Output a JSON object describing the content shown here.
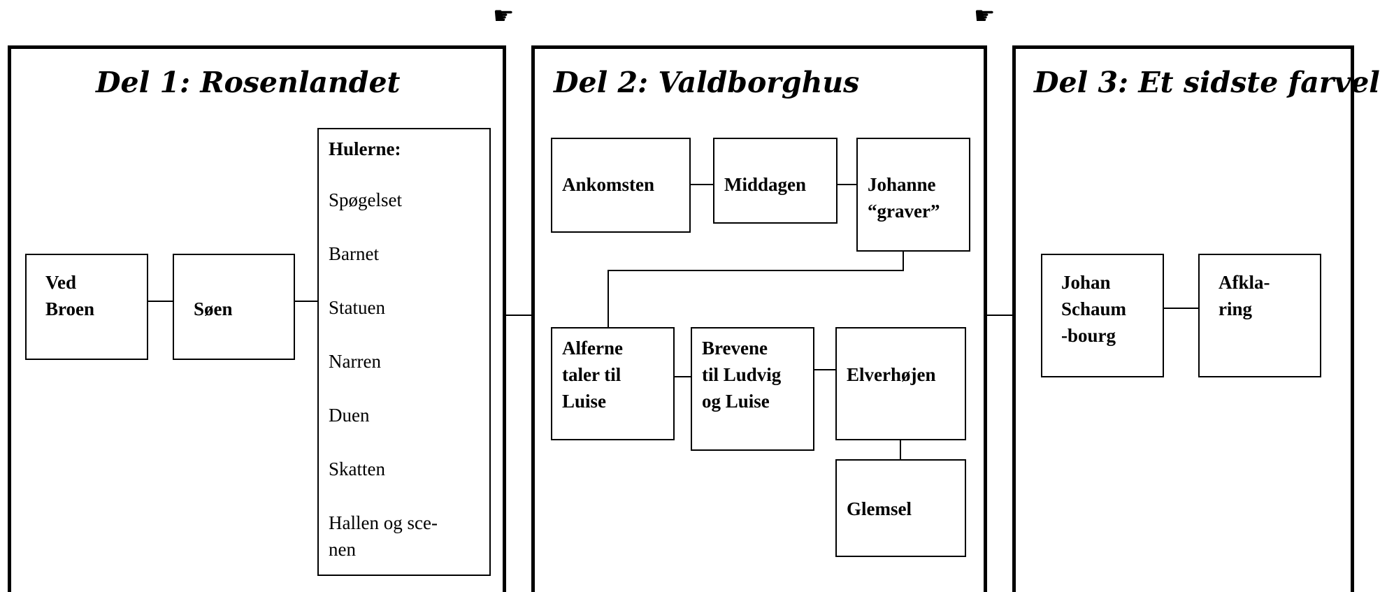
{
  "panels": [
    {
      "title": "Del 1: Rosenlandet"
    },
    {
      "title": "Del 2: Valdborghus"
    },
    {
      "title": "Del 3: Et sidste farvel"
    }
  ],
  "part1": {
    "boxes": [
      "Ved\nBroen",
      "Søen"
    ],
    "caves": {
      "heading": "Hulerne:",
      "items": [
        "Spøgelset",
        "Barnet",
        "Statuen",
        "Narren",
        "Duen",
        "Skatten",
        "Hallen og sce-\nnen"
      ]
    }
  },
  "part2": {
    "boxes": [
      "Ankomsten",
      "Middagen",
      "Johanne\n“graver”",
      "Alferne\ntaler til\nLuise",
      "Brevene\ntil Ludvig\nog Luise",
      "Elverhøjen",
      "Glemsel"
    ]
  },
  "part3": {
    "boxes": [
      "Johan\nSchaum\n-bourg",
      "Afkla-\nring"
    ]
  },
  "pointers": [
    "☛",
    "☛"
  ]
}
